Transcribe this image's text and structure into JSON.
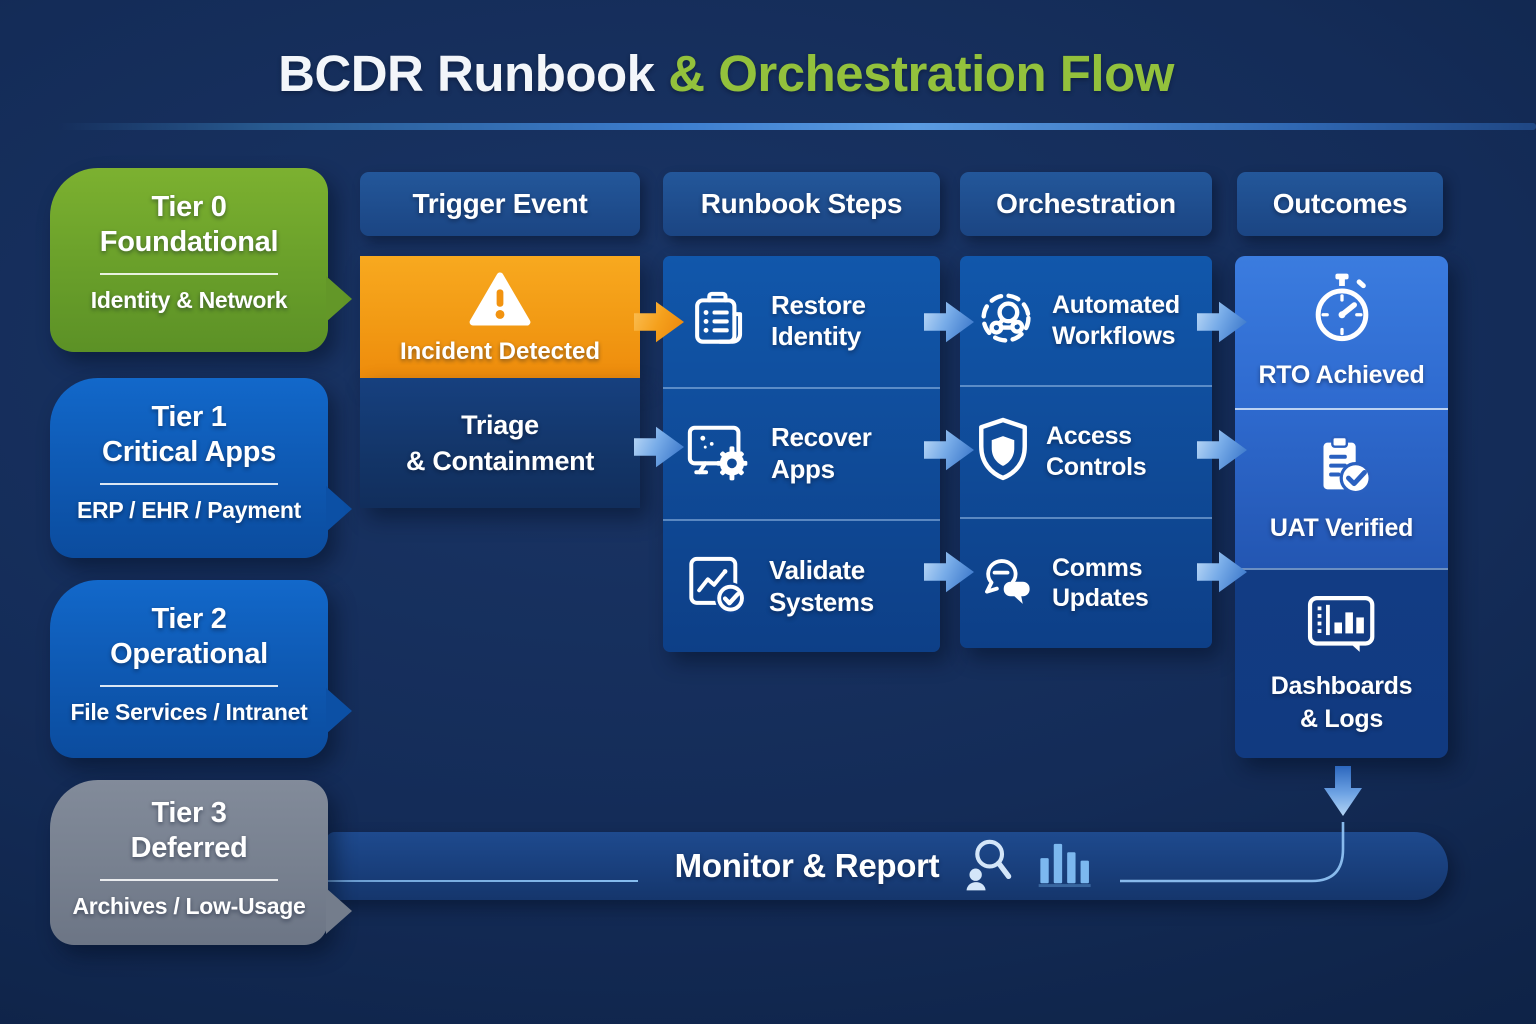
{
  "title": {
    "white": "BCDR Runbook",
    "green": "& Orchestration Flow"
  },
  "tiers": [
    {
      "line1": "Tier 0",
      "line2": "Foundational",
      "detail": "Identity & Network"
    },
    {
      "line1": "Tier 1",
      "line2": "Critical Apps",
      "detail": "ERP / EHR / Payment"
    },
    {
      "line1": "Tier 2",
      "line2": "Operational",
      "detail": "File Services / Intranet"
    },
    {
      "line1": "Tier 3",
      "line2": "Deferred",
      "detail": "Archives / Low-Usage"
    }
  ],
  "headers": {
    "trigger": "Trigger Event",
    "runbook": "Runbook Steps",
    "orchestration": "Orchestration",
    "outcomes": "Outcomes"
  },
  "trigger": {
    "incident": "Incident Detected",
    "triage_line1": "Triage",
    "triage_line2": "& Containment"
  },
  "runbook_steps": [
    {
      "line1": "Restore",
      "line2": "Identity",
      "icon": "id-badge-icon"
    },
    {
      "line1": "Recover",
      "line2": "Apps",
      "icon": "monitor-gear-icon"
    },
    {
      "line1": "Validate",
      "line2": "Systems",
      "icon": "chart-check-icon"
    }
  ],
  "orchestration_items": [
    {
      "line1": "Automated",
      "line2": "Workflows",
      "icon": "gear-network-icon"
    },
    {
      "line1": "Access",
      "line2": "Controls",
      "icon": "shield-icon"
    },
    {
      "line1": "Comms",
      "line2": "Updates",
      "icon": "chat-bubbles-icon"
    }
  ],
  "outcomes_items": {
    "rto": "RTO Achieved",
    "uat": "UAT Verified",
    "dash_line1": "Dashboards",
    "dash_line2": "& Logs"
  },
  "footer": {
    "label": "Monitor & Report"
  },
  "icons": [
    "warning-icon",
    "id-badge-icon",
    "monitor-gear-icon",
    "chart-check-icon",
    "gear-network-icon",
    "shield-icon",
    "chat-bubbles-icon",
    "stopwatch-icon",
    "clipboard-check-icon",
    "dashboard-icon",
    "person-search-icon",
    "bar-chart-icon"
  ],
  "colors": {
    "background_navy": "#142c58",
    "accent_green": "#93c13c",
    "alert_orange": "#f29a14",
    "tier_blue": "#0f5cb8",
    "tier_gray": "#7d8694",
    "column_blue": "#0f4a97",
    "outcomes_light_blue": "#2f6bd0",
    "arrow_blue": "#78ace8",
    "title_white": "#f3f6fa"
  }
}
